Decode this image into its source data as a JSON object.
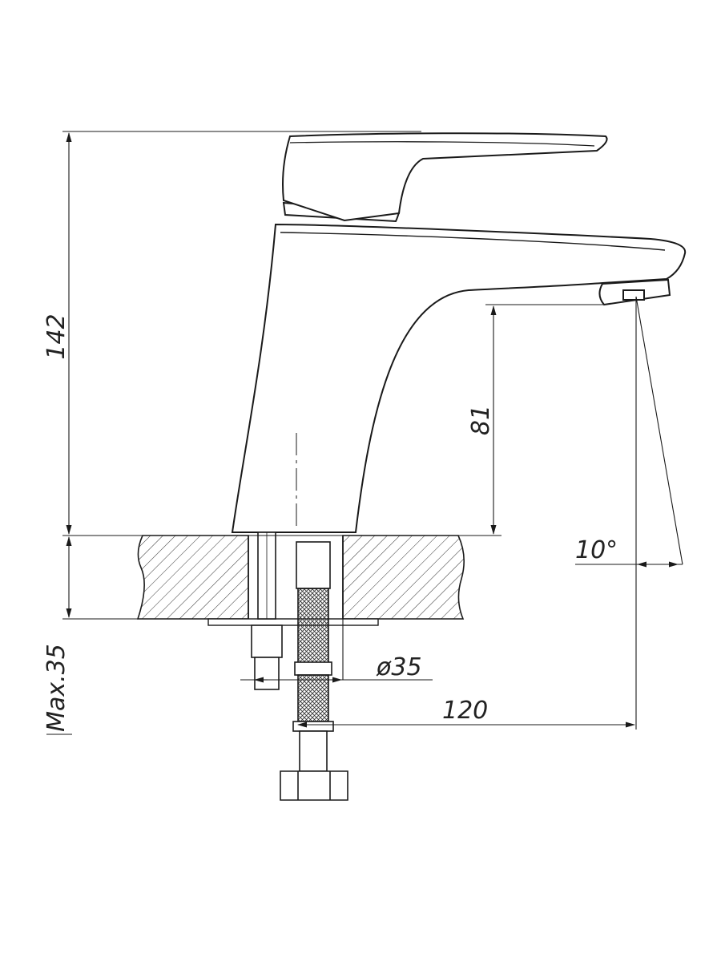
{
  "drawing": {
    "dimensions": {
      "total_height": "142",
      "spout_height": "81",
      "spout_angle": "10°",
      "max_thickness": "Max.35",
      "hole_diameter": "ø35",
      "spout_reach": "120"
    },
    "colors": {
      "line": "#1a1a1a",
      "hatch": "#333333",
      "background": "#ffffff"
    }
  }
}
